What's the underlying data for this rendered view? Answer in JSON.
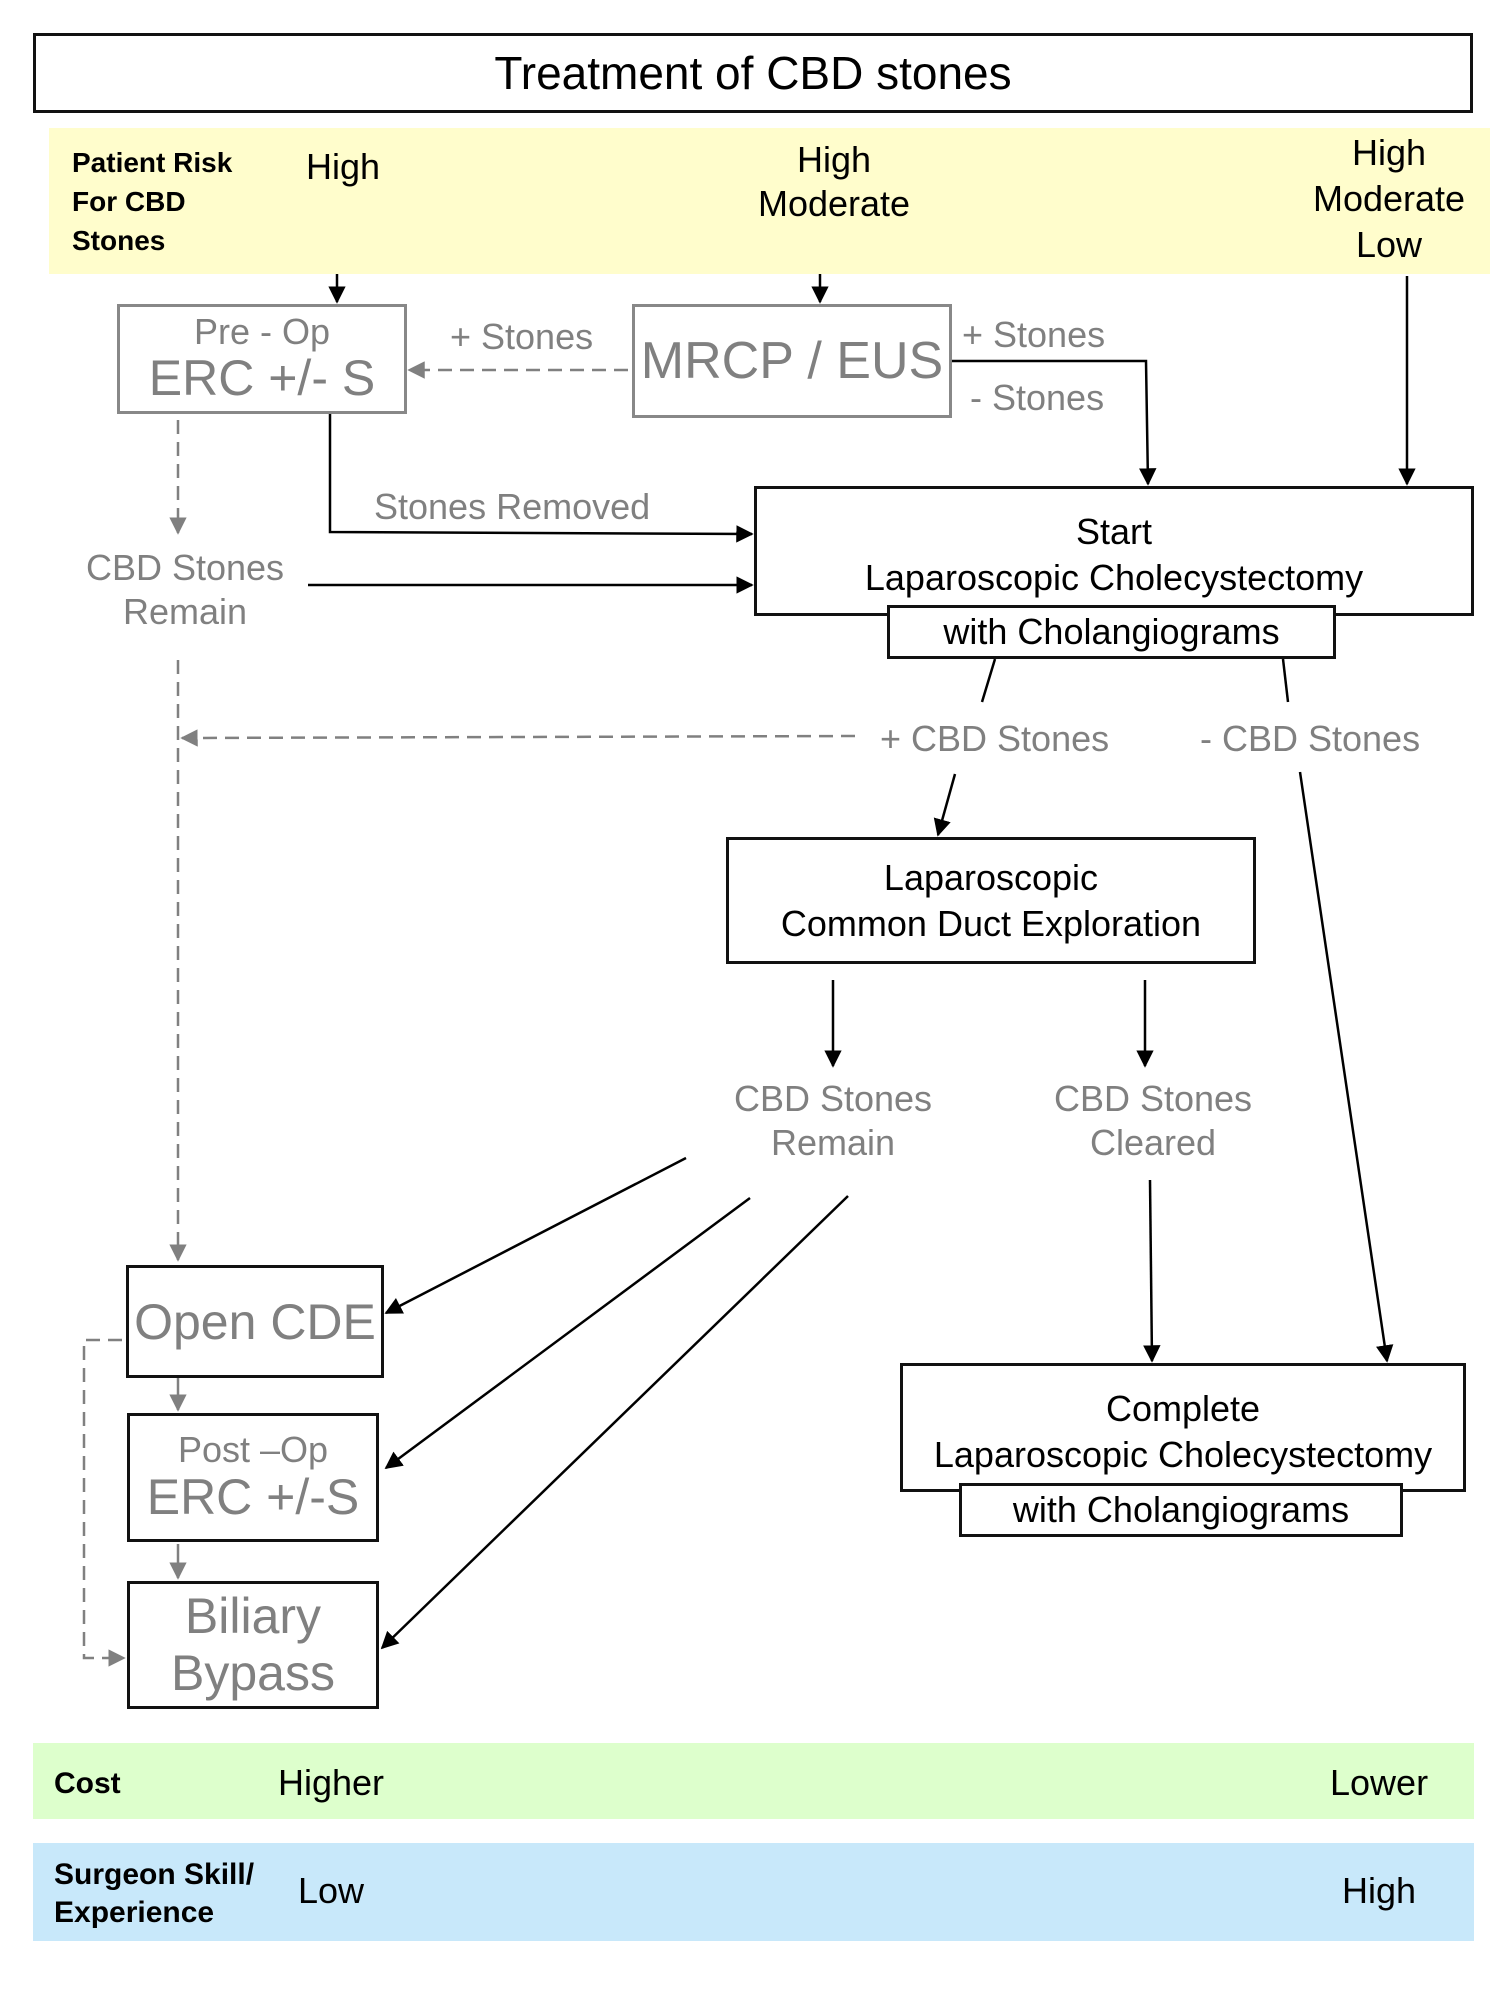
{
  "title": "Treatment of CBD stones",
  "risk_band": {
    "label_lines": [
      "Patient Risk",
      "For CBD",
      "Stones"
    ],
    "col1": [
      "High"
    ],
    "col2": [
      "High",
      "Moderate"
    ],
    "col3": [
      "High",
      "Moderate",
      "Low"
    ],
    "color": "#FFFDCC"
  },
  "nodes": {
    "preop": {
      "line1": "Pre - Op",
      "line2": "ERC +/- S"
    },
    "mrcp": {
      "line1": "MRCP / EUS"
    },
    "start": {
      "line1": "Start",
      "line2": "Laparoscopic Cholecystectomy",
      "sub": "with Cholangiograms"
    },
    "lcde": {
      "line1": "Laparoscopic",
      "line2": "Common Duct Exploration"
    },
    "open_cde": {
      "line1": "Open CDE"
    },
    "postop": {
      "line1": "Post –Op",
      "line2": "ERC +/-S"
    },
    "bypass": {
      "line1": "Biliary",
      "line2": "Bypass"
    },
    "complete": {
      "line1": "Complete",
      "line2": "Laparoscopic Cholecystectomy",
      "sub": "with Cholangiograms"
    }
  },
  "labels": {
    "plus_stones_left": "+ Stones",
    "plus_stones_right": "+ Stones",
    "minus_stones": "- Stones",
    "stones_removed": "Stones Removed",
    "cbd_remain_1": [
      "CBD Stones",
      "Remain"
    ],
    "plus_cbd": "+ CBD Stones",
    "minus_cbd": "- CBD Stones",
    "cbd_remain_2": [
      "CBD Stones",
      "Remain"
    ],
    "cbd_cleared": [
      "CBD Stones",
      "Cleared"
    ]
  },
  "cost_band": {
    "label": "Cost",
    "from": "Higher",
    "to": "Lower",
    "color": "#DDFFCC"
  },
  "skill_band": {
    "label_lines": [
      "Surgeon Skill/",
      "Experience"
    ],
    "from": "Low",
    "to": "High",
    "color": "#C8E8FA"
  }
}
